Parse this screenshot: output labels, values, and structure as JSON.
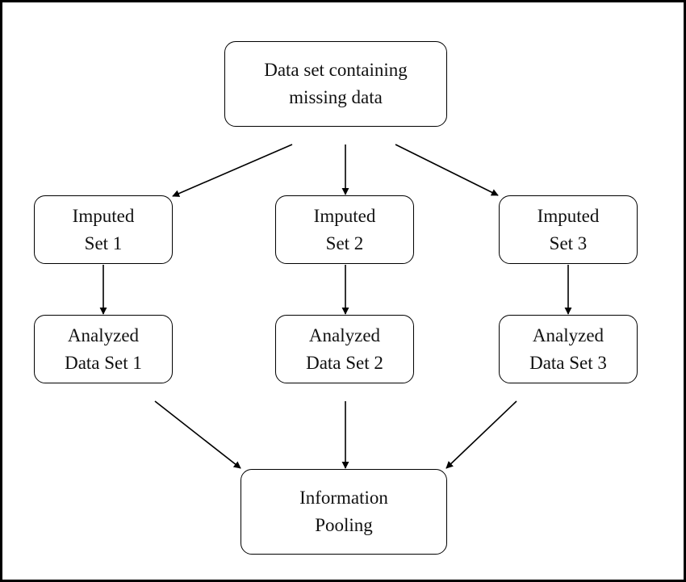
{
  "diagram": {
    "root": {
      "line1": "Data set containing",
      "line2": "missing data"
    },
    "imputed": [
      {
        "line1": "Imputed",
        "line2": "Set 1"
      },
      {
        "line1": "Imputed",
        "line2": "Set 2"
      },
      {
        "line1": "Imputed",
        "line2": "Set 3"
      }
    ],
    "analyzed": [
      {
        "line1": "Analyzed",
        "line2": "Data Set 1"
      },
      {
        "line1": "Analyzed",
        "line2": "Data Set 2"
      },
      {
        "line1": "Analyzed",
        "line2": "Data Set 3"
      }
    ],
    "pooling": {
      "line1": "Information",
      "line2": "Pooling"
    },
    "edges": [
      {
        "from": "root",
        "to": "imputed-1"
      },
      {
        "from": "root",
        "to": "imputed-2"
      },
      {
        "from": "root",
        "to": "imputed-3"
      },
      {
        "from": "imputed-1",
        "to": "analyzed-1"
      },
      {
        "from": "imputed-2",
        "to": "analyzed-2"
      },
      {
        "from": "imputed-3",
        "to": "analyzed-3"
      },
      {
        "from": "analyzed-1",
        "to": "pooling"
      },
      {
        "from": "analyzed-2",
        "to": "pooling"
      },
      {
        "from": "analyzed-3",
        "to": "pooling"
      }
    ]
  }
}
